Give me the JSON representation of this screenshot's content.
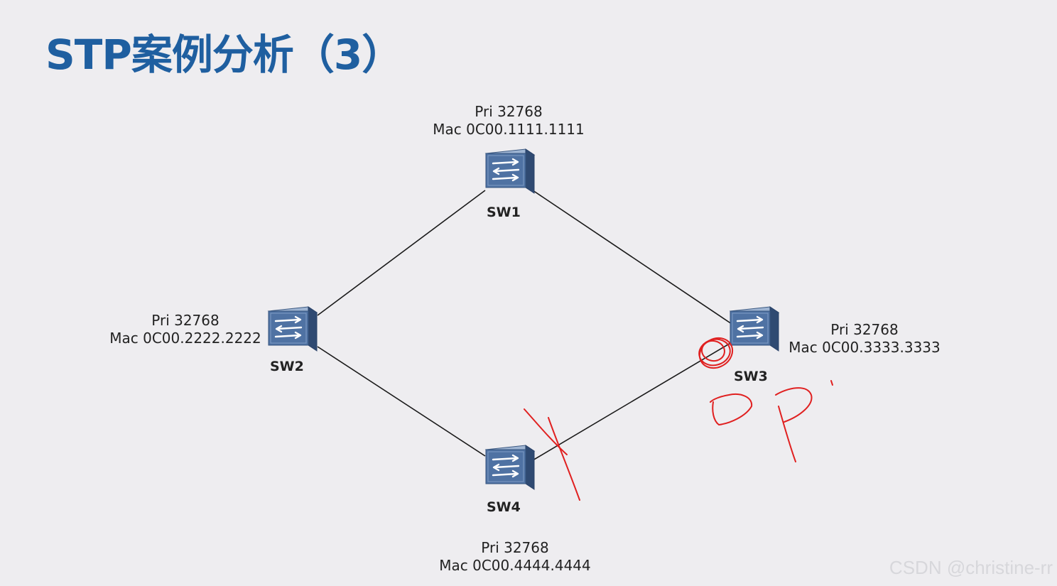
{
  "slide": {
    "title": "STP案例分析（3）"
  },
  "switches": [
    {
      "id": "SW1",
      "name": "SW1",
      "pri": "Pri 32768",
      "mac": "Mac 0C00.1111.1111"
    },
    {
      "id": "SW2",
      "name": "SW2",
      "pri": "Pri 32768",
      "mac": "Mac 0C00.2222.2222"
    },
    {
      "id": "SW3",
      "name": "SW3",
      "pri": "Pri 32768",
      "mac": "Mac 0C00.3333.3333"
    },
    {
      "id": "SW4",
      "name": "SW4",
      "pri": "Pri 32768",
      "mac": "Mac 0C00.4444.4444"
    }
  ],
  "links": [
    {
      "from": "SW1",
      "to": "SW2"
    },
    {
      "from": "SW1",
      "to": "SW3"
    },
    {
      "from": "SW2",
      "to": "SW4"
    },
    {
      "from": "SW4",
      "to": "SW3"
    }
  ],
  "annotations": {
    "sw3_port_note": "DP",
    "sw4_sw3_link_mark": "blocked-cross",
    "color": "#e02020"
  },
  "colors": {
    "title": "#1f5fa0",
    "switch_body": "#4a6a95",
    "link": "#1a1a1a"
  },
  "watermark": "CSDN @christine-rr"
}
